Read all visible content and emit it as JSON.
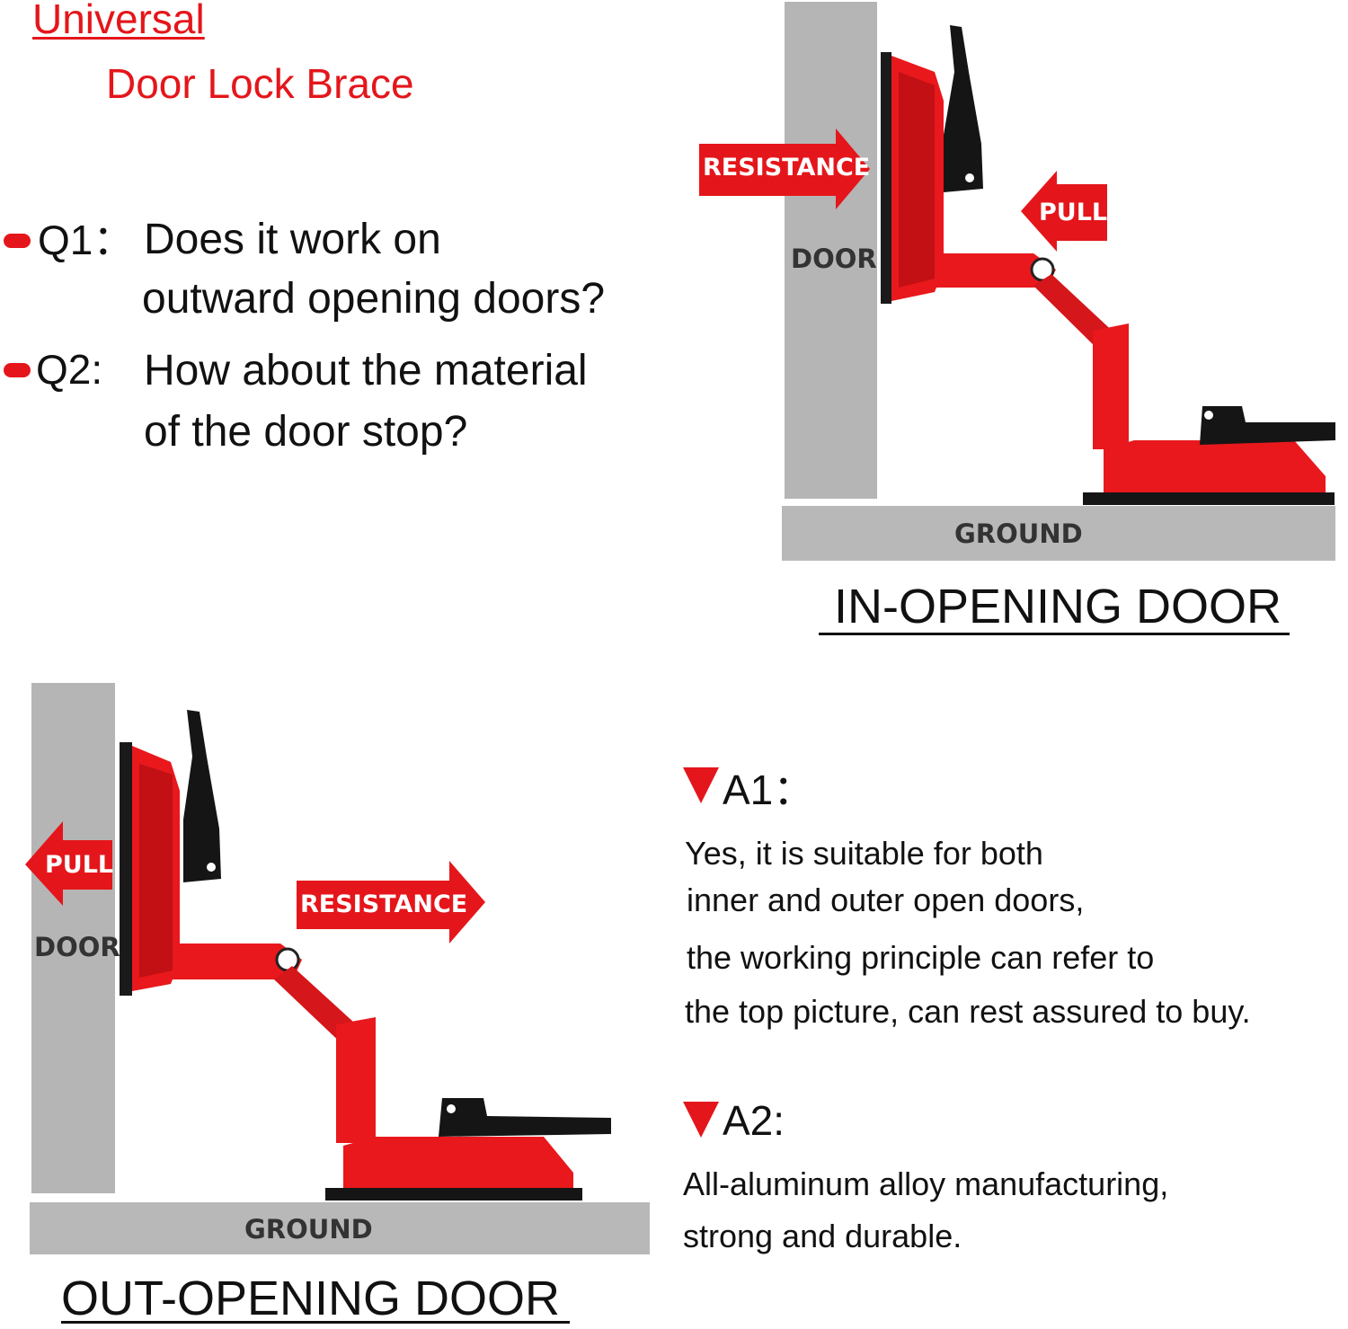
{
  "header": {
    "title_line1": "Universal",
    "title_line2": "Door Lock Brace"
  },
  "questions": [
    {
      "label": "Q1：",
      "lines": [
        "Does it work on",
        "outward opening doors?"
      ]
    },
    {
      "label": "Q2:",
      "lines": [
        "How about the material",
        "of the door stop?"
      ]
    }
  ],
  "in_opening": {
    "caption": "IN-OPENING DOOR",
    "door_label": "DOOR",
    "ground_label": "GROUND",
    "resistance_label": "RESISTANCE",
    "pull_label": "PULL"
  },
  "out_opening": {
    "caption": "OUT-OPENING DOOR",
    "door_label": "DOOR",
    "ground_label": "GROUND",
    "resistance_label": "RESISTANCE",
    "pull_label": "PULL"
  },
  "answers": [
    {
      "label": "A1：",
      "lines": [
        "Yes, it is suitable for both",
        "inner and outer open doors,",
        "the working principle can refer to",
        "the top picture, can rest assured to buy."
      ]
    },
    {
      "label": "A2:",
      "lines": [
        "All-aluminum alloy manufacturing,",
        "strong and durable."
      ]
    }
  ],
  "colors": {
    "accent": "#e4161b",
    "wall_gray": "#b5b5b5",
    "product_red": "#e8181c",
    "text": "#111111"
  },
  "icons": [
    "bullet-dot-icon",
    "down-triangle-icon",
    "arrow-right-icon",
    "arrow-left-icon",
    "door-brace-illustration"
  ]
}
